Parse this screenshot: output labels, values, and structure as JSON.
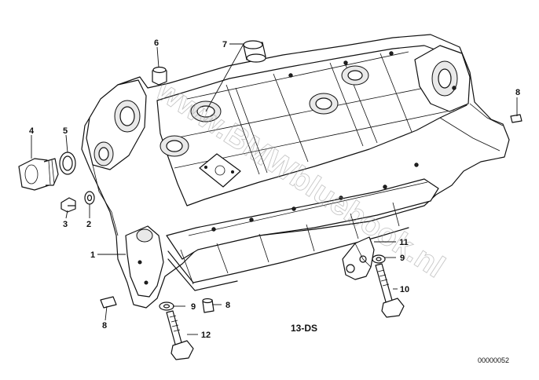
{
  "diagram": {
    "code_label": "13-DS",
    "part_number": "00000052",
    "watermark": "www.BMWbluebook.nl",
    "callouts": [
      {
        "id": "1",
        "label": "1",
        "part": "engine-block"
      },
      {
        "id": "2",
        "label": "2",
        "part": "washer"
      },
      {
        "id": "3",
        "label": "3",
        "part": "drain-bolt"
      },
      {
        "id": "4",
        "label": "4",
        "part": "screw-plug"
      },
      {
        "id": "5",
        "label": "5",
        "part": "gasket-ring"
      },
      {
        "id": "6",
        "label": "6",
        "part": "dowel-sleeve-top"
      },
      {
        "id": "7",
        "label": "7",
        "part": "cylinder-plug"
      },
      {
        "id": "8a",
        "label": "8",
        "part": "dowel-pin-right"
      },
      {
        "id": "8b",
        "label": "8",
        "part": "dowel-pin-left"
      },
      {
        "id": "8c",
        "label": "8",
        "part": "dowel-pin-middle"
      },
      {
        "id": "9a",
        "label": "9",
        "part": "washer-right"
      },
      {
        "id": "9b",
        "label": "9",
        "part": "washer-left"
      },
      {
        "id": "10",
        "label": "10",
        "part": "bolt-right"
      },
      {
        "id": "11",
        "label": "11",
        "part": "bracket"
      },
      {
        "id": "12",
        "label": "12",
        "part": "bolt-left"
      }
    ]
  }
}
